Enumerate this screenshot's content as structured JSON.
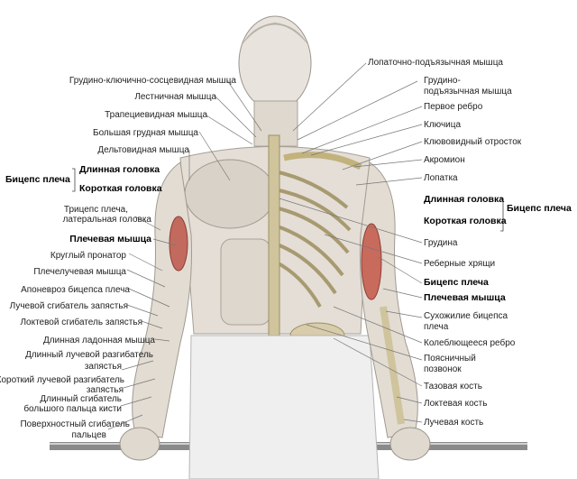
{
  "left_labels": {
    "scm": "Грудино-ключично-сосцевидная мышца",
    "scalene": "Лестничная мышца",
    "trapezius": "Трапециевидная мышца",
    "pec_major": "Большая грудная мышца",
    "deltoid": "Дельтовидная мышца",
    "long_head": "Длинная головка",
    "biceps_group": "Бицепс плеча",
    "short_head": "Короткая головка",
    "triceps_1": "Трицепс плеча,",
    "triceps_2": "латеральная головка",
    "brachialis": "Плечевая мышца",
    "pronator": "Круглый пронатор",
    "brachioradialis": "Плечелучевая мышца",
    "aponeurosis": "Апоневроз бицепса плеча",
    "fcr": "Лучевой сгибатель запястья",
    "fcu": "Локтевой сгибатель запястья",
    "palmaris": "Длинная ладонная мышца",
    "ecrl_1": "Длинный лучевой разгибатель",
    "ecrl_2": "запястья",
    "ecrb_1": "Короткий лучевой разгибатель",
    "ecrb_2": "запястья",
    "fpl_1": "Длинный сгибатель",
    "fpl_2": "большого пальца кисти",
    "fds_1": "Поверхностный сгибатель",
    "fds_2": "пальцев"
  },
  "right_labels": {
    "omohyoid": "Лопаточно-подъязычная мышца",
    "sternohyoid_1": "Грудино-",
    "sternohyoid_2": "подъязычная мышца",
    "first_rib": "Первое ребро",
    "clavicle": "Ключица",
    "coracoid": "Клювовидный отросток",
    "acromion": "Акромион",
    "scapula": "Лопатка",
    "long_head": "Длинная головка",
    "short_head": "Короткая головка",
    "biceps_group": "Бицепс плеча",
    "sternum": "Грудина",
    "costal": "Реберные хрящи",
    "biceps": "Бицепс плеча",
    "brachialis": "Плечевая мышца",
    "tendon_1": "Сухожилие бицепса",
    "tendon_2": "плеча",
    "floating_rib": "Колеблющееся ребро",
    "lumbar_1": "Поясничный",
    "lumbar_2": "позвонок",
    "pelvis": "Тазовая кость",
    "ulna": "Локтевая кость",
    "radius": "Лучевая кость"
  }
}
